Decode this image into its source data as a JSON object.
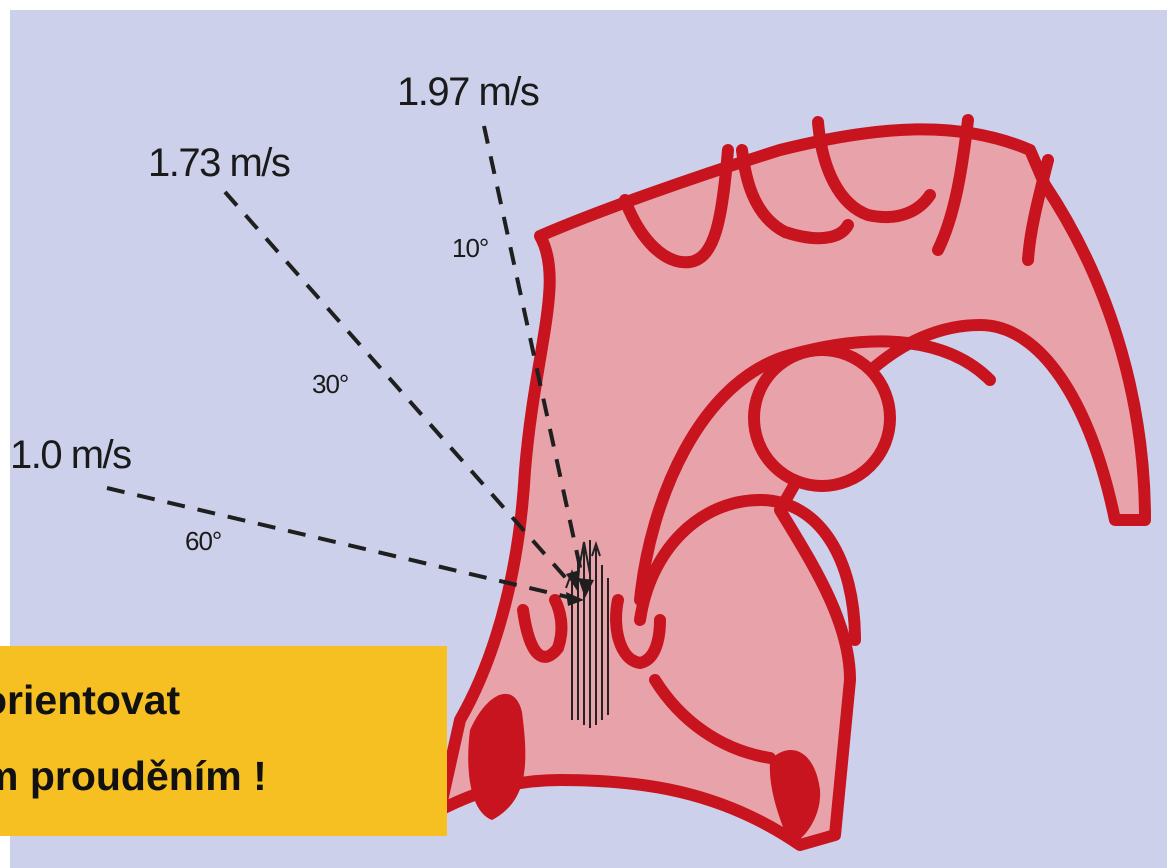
{
  "diagram": {
    "labels": {
      "velocity_10deg": "1.97 m/s",
      "velocity_30deg": "1.73 m/s",
      "velocity_60deg": "1.0 m/s",
      "angle_10": "10°",
      "angle_30": "30°",
      "angle_60": "60°"
    },
    "colors": {
      "background": "#ccd0ea",
      "vessel_fill": "#e8a3aa",
      "vessel_wall": "#c8141e",
      "callout_bg": "#f7c022"
    }
  },
  "callout": {
    "line1": "orientovat",
    "line2": "m prouděním !"
  }
}
